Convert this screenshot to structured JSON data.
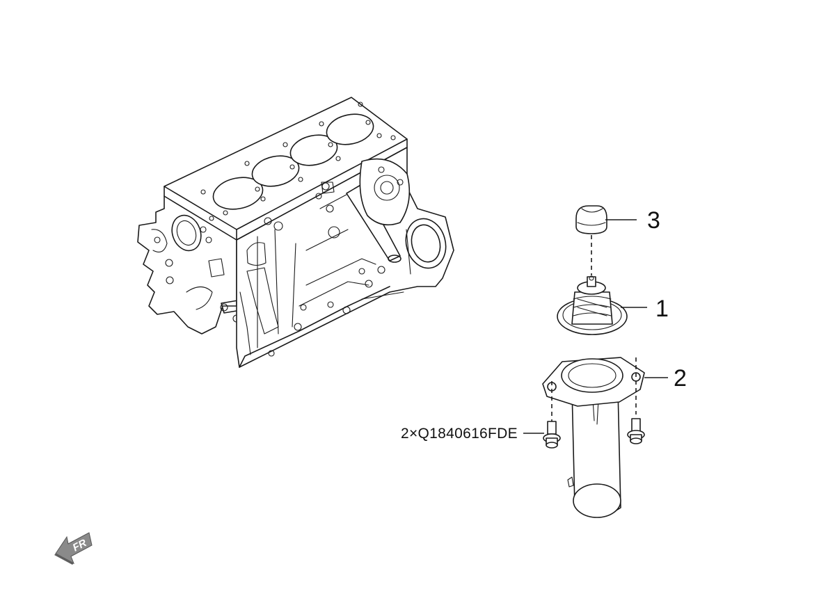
{
  "callouts": {
    "part_1": "1",
    "part_2": "2",
    "part_3": "3"
  },
  "bolt_label": "2×Q1840616FDE",
  "direction_arrow": {
    "label": "FR",
    "icon": "front-direction-arrow-icon"
  },
  "colors": {
    "line": "#1a1a1a",
    "arrow_fill": "#8a8a8a",
    "background": "#ffffff"
  }
}
